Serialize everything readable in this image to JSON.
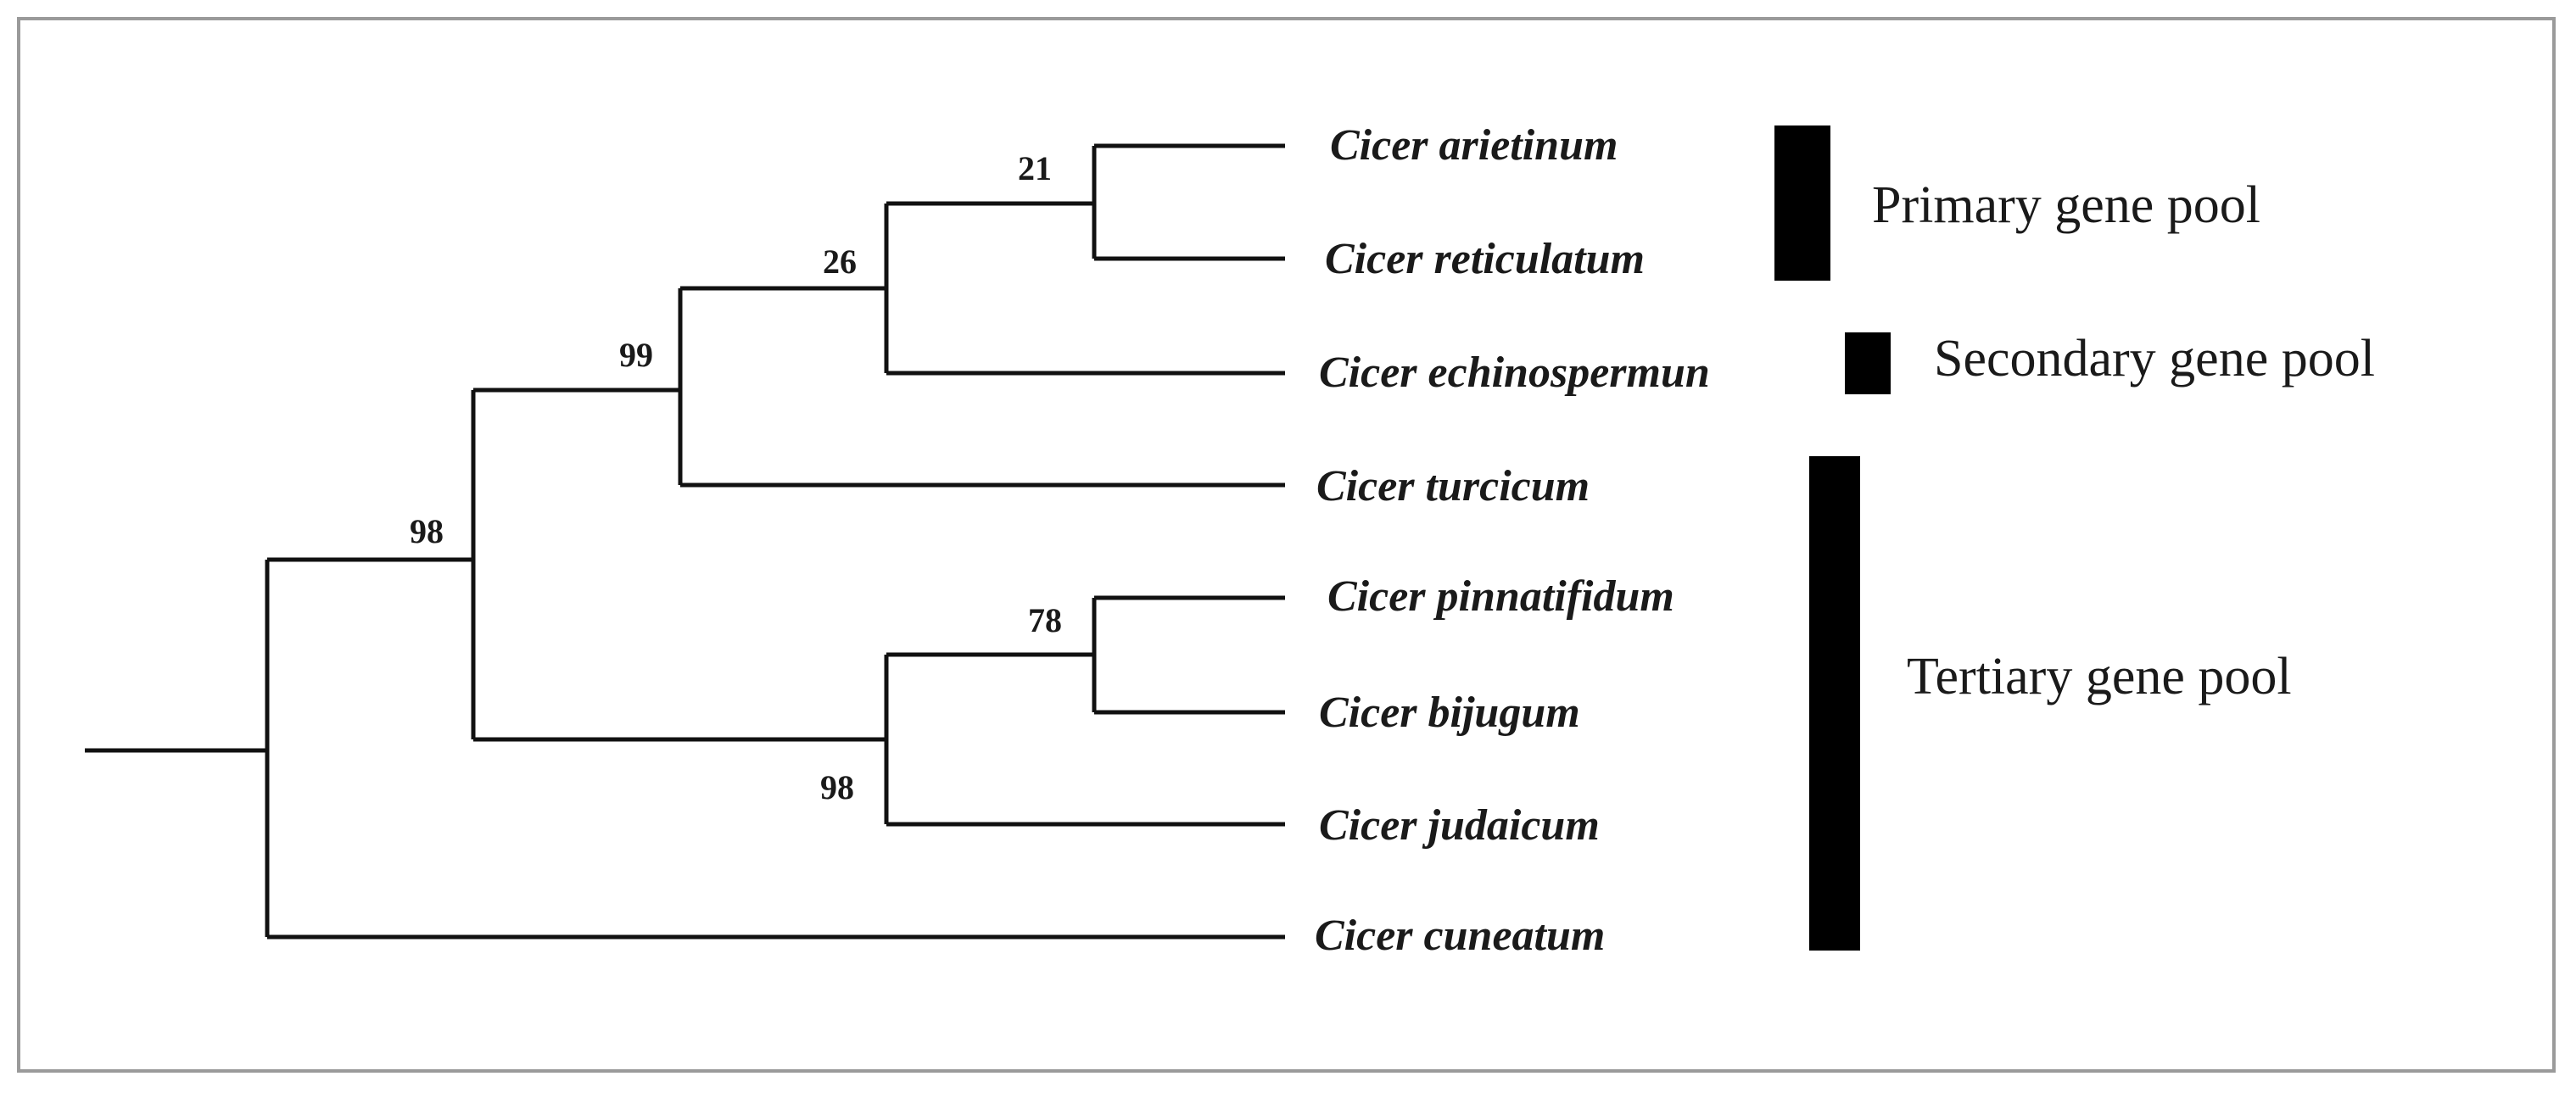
{
  "tree": {
    "taxa": [
      "Cicer arietinum",
      "Cicer reticulatum",
      "Cicer echinospermun",
      "Cicer turcicum",
      "Cicer pinnatifidum",
      "Cicer bijugum",
      "Cicer judaicum",
      "Cicer cuneatum"
    ],
    "support_values": {
      "arietinum_reticulatum": "21",
      "primary_plus_echinospermun": "26",
      "plus_turcicum": "99",
      "ingroup": "98",
      "pinnatifidum_bijugum": "78",
      "plus_judaicum": "98"
    }
  },
  "gene_pools": [
    {
      "label": "Primary gene pool",
      "taxa": [
        "Cicer arietinum",
        "Cicer reticulatum"
      ]
    },
    {
      "label": "Secondary gene pool",
      "taxa": [
        "Cicer echinospermun"
      ]
    },
    {
      "label": "Tertiary gene pool",
      "taxa": [
        "Cicer turcicum",
        "Cicer pinnatifidum",
        "Cicer bijugum",
        "Cicer judaicum",
        "Cicer cuneatum"
      ]
    }
  ]
}
